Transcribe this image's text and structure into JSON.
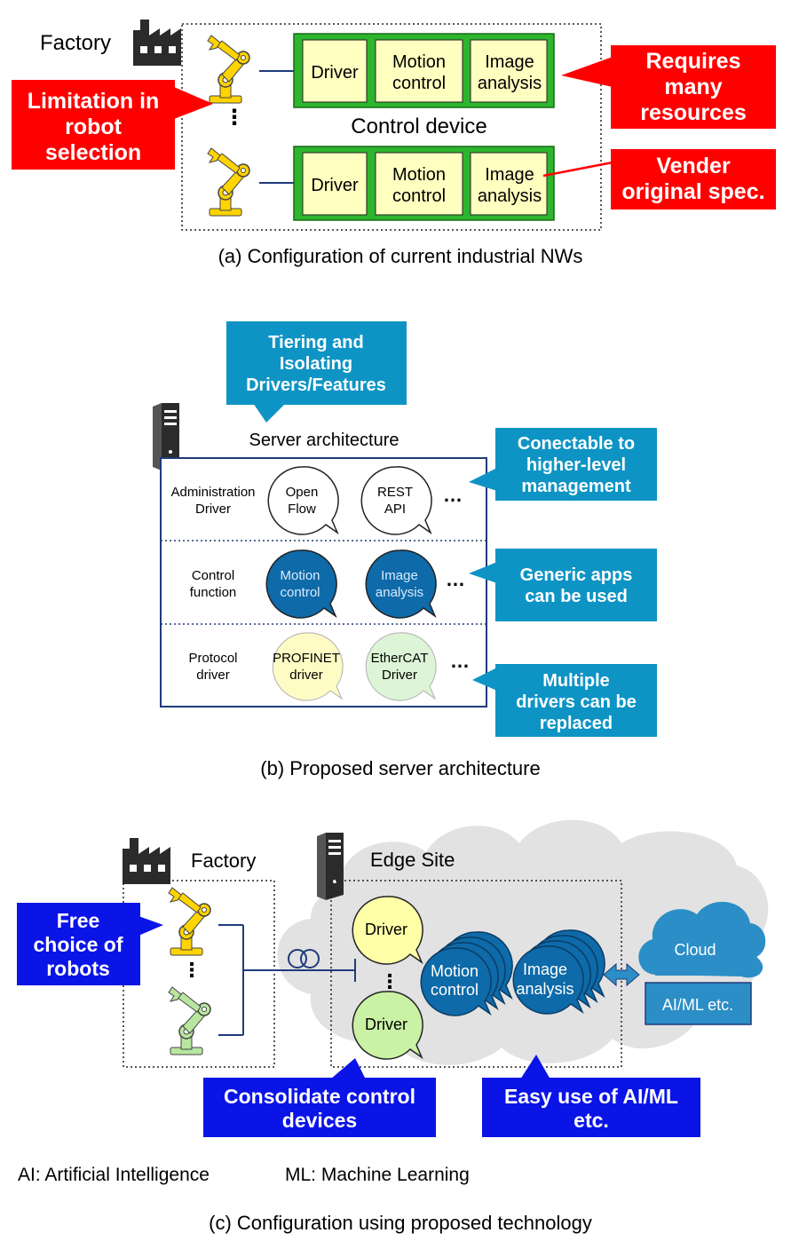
{
  "panel_a": {
    "factory_label": "Factory",
    "control_device_label": "Control device",
    "modules": {
      "driver": "Driver",
      "motion_1": "Motion",
      "motion_2": "control",
      "image_1": "Image",
      "image_2": "analysis"
    },
    "callout_limitation": [
      "Limitation in",
      "robot",
      "selection"
    ],
    "callout_resources": [
      "Requires",
      "many",
      "resources"
    ],
    "callout_vendor": [
      "Vender",
      "original spec."
    ],
    "caption": "(a) Configuration of current industrial NWs",
    "colors": {
      "red_callout": "#ff0000",
      "board_green": "#2db52d",
      "module_yellow": "#ffffc0",
      "robot_yellow": "#ffd400"
    }
  },
  "panel_b": {
    "callout_tiering": [
      "Tiering and",
      "Isolating",
      "Drivers/Features"
    ],
    "server_architecture_label": "Server architecture",
    "rows": [
      {
        "label": [
          "Administration",
          "Driver"
        ],
        "apps": [
          [
            "Open",
            "Flow"
          ],
          [
            "REST",
            "API"
          ]
        ],
        "ellipsis": "…"
      },
      {
        "label": [
          "Control",
          "function"
        ],
        "apps": [
          [
            "Motion",
            "control"
          ],
          [
            "Image",
            "analysis"
          ]
        ],
        "ellipsis": "…"
      },
      {
        "label": [
          "Protocol",
          "driver"
        ],
        "apps": [
          [
            "PROFINET",
            "driver"
          ],
          [
            "EtherCAT",
            "Driver"
          ]
        ],
        "ellipsis": "…"
      }
    ],
    "callout_higher": [
      "Conectable to",
      "higher-level",
      "management"
    ],
    "callout_generic": [
      "Generic apps",
      "can be used"
    ],
    "callout_drivers": [
      "Multiple",
      "drivers can be",
      "replaced"
    ],
    "caption": "(b) Proposed server architecture",
    "colors": {
      "teal_callout": "#0e94c4",
      "frame_blue": "#1f3b7a",
      "app_blue": "#0e6aa8",
      "profinet_yellow": "#fefcc4",
      "ethercat_green": "#ddf5d6"
    }
  },
  "panel_c": {
    "factory_label": "Factory",
    "edge_site_label": "Edge Site",
    "callout_free": [
      "Free",
      "choice of",
      "robots"
    ],
    "driver_label": "Driver",
    "motion": [
      "Motion",
      "control"
    ],
    "image": [
      "Image",
      "analysis"
    ],
    "cloud_label": "Cloud",
    "aiml_box": "AI/ML etc.",
    "callout_consolidate": [
      "Consolidate control",
      "devices"
    ],
    "callout_easy": [
      "Easy use of AI/ML",
      "etc."
    ],
    "abbrev_ai": "AI: Artificial Intelligence",
    "abbrev_ml": "ML: Machine Learning",
    "caption": "(c) Configuration using proposed technology",
    "colors": {
      "blue_callout": "#0b14e6",
      "cloud_blue": "#2c8ec6",
      "driver_yellow": "#ffffa8",
      "driver_green": "#c9f2a4",
      "edge_cloud_gray": "#e2e2e2"
    }
  }
}
